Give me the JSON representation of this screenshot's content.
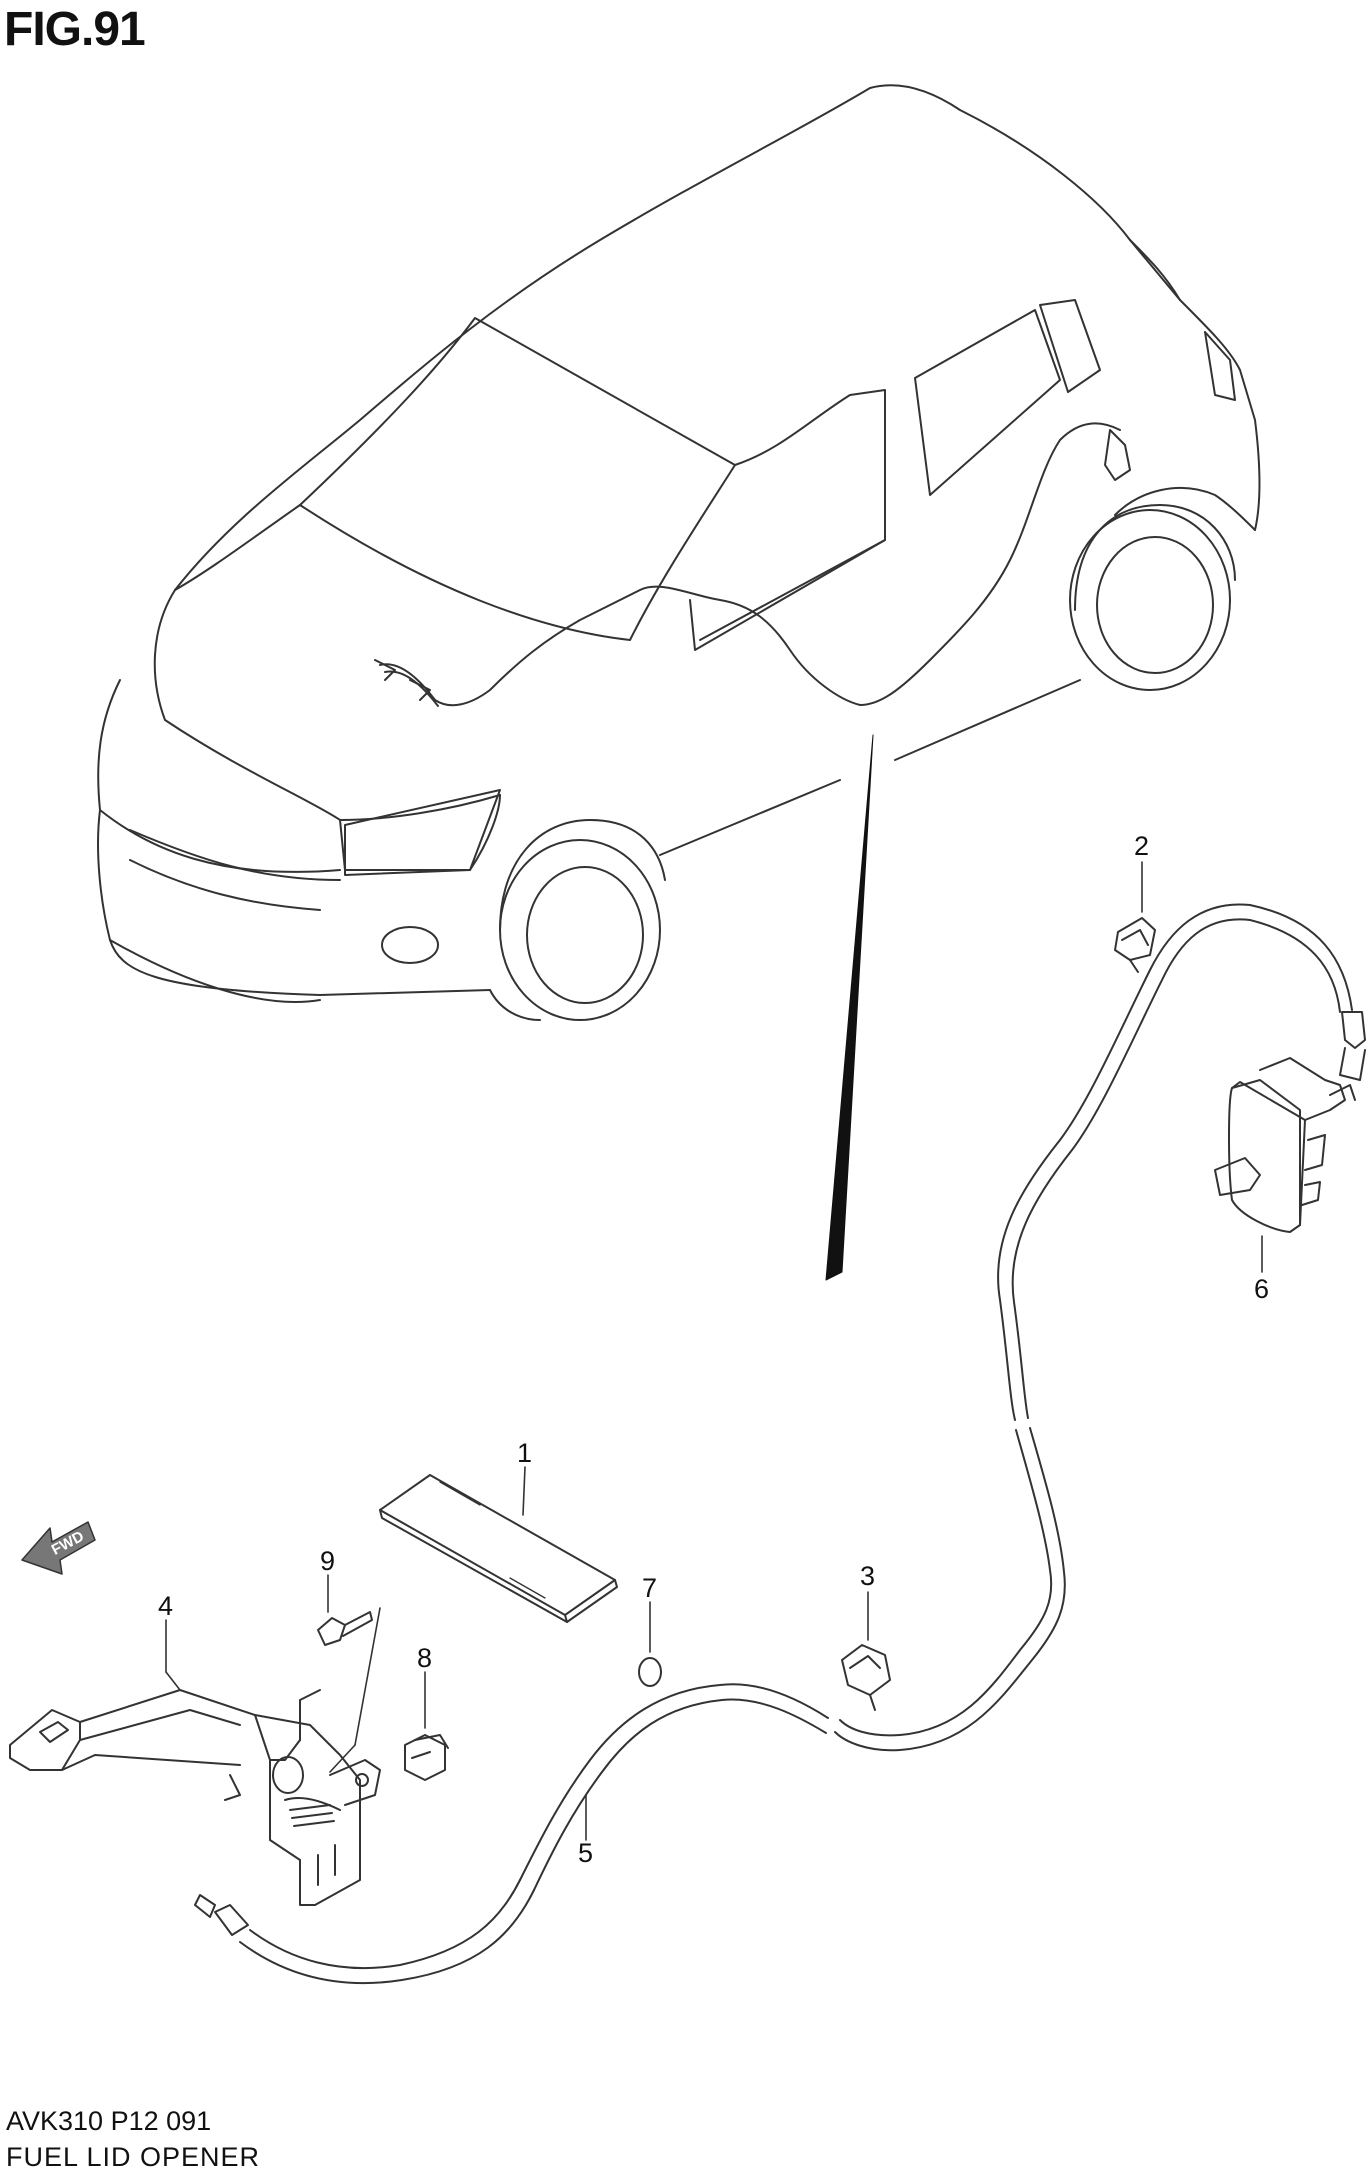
{
  "figure": {
    "title": "FIG.91",
    "code": "AVK310 P12 091",
    "caption": "FUEL LID OPENER",
    "forward_arrow_label": "FWD"
  },
  "callouts": [
    {
      "id": "1",
      "label": "1"
    },
    {
      "id": "2",
      "label": "2"
    },
    {
      "id": "3",
      "label": "3"
    },
    {
      "id": "4",
      "label": "4"
    },
    {
      "id": "5",
      "label": "5"
    },
    {
      "id": "6",
      "label": "6"
    },
    {
      "id": "7",
      "label": "7"
    },
    {
      "id": "8",
      "label": "8"
    },
    {
      "id": "9",
      "label": "9"
    }
  ],
  "colors": {
    "line": "#333333",
    "fill": "#ffffff",
    "shade": "#cfcfcf"
  }
}
